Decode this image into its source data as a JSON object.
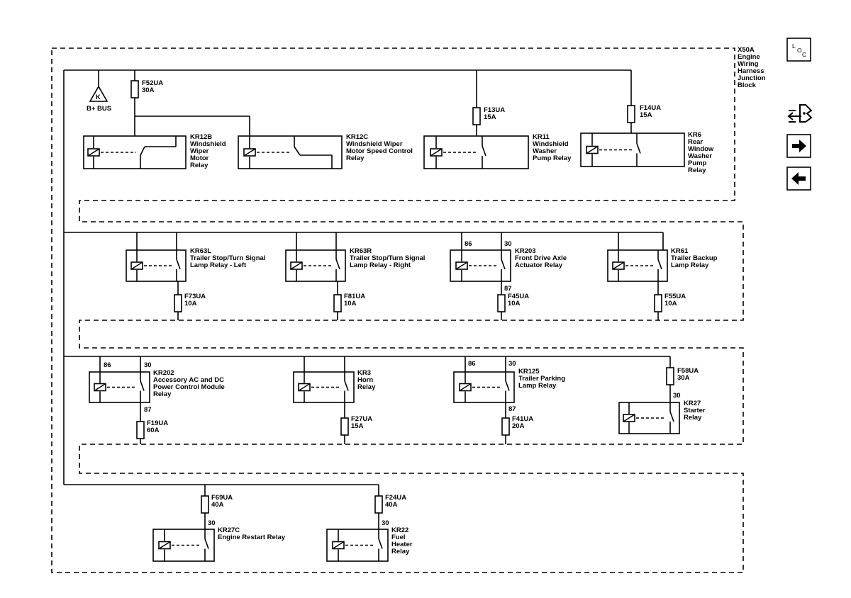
{
  "junction_block": {
    "lines": [
      "X50A",
      "Engine",
      "Wiring",
      "Harness",
      "Junction",
      "Block"
    ]
  },
  "bus": {
    "symbol": "K",
    "label": "B+ BUS"
  },
  "nav": {
    "loc_l": "L",
    "loc_o": "O",
    "loc_c": "C"
  },
  "fuses": [
    {
      "id": "F52UA",
      "rating": "30A"
    },
    {
      "id": "F13UA",
      "rating": "15A"
    },
    {
      "id": "F14UA",
      "rating": "15A"
    },
    {
      "id": "F73UA",
      "rating": "10A"
    },
    {
      "id": "F81UA",
      "rating": "10A"
    },
    {
      "id": "F45UA",
      "rating": "10A"
    },
    {
      "id": "F55UA",
      "rating": "10A"
    },
    {
      "id": "F58UA",
      "rating": "30A"
    },
    {
      "id": "F19UA",
      "rating": "60A"
    },
    {
      "id": "F27UA",
      "rating": "15A"
    },
    {
      "id": "F41UA",
      "rating": "20A"
    },
    {
      "id": "F69UA",
      "rating": "40A"
    },
    {
      "id": "F24UA",
      "rating": "40A"
    }
  ],
  "relays": [
    {
      "id": "KR12B",
      "lines": [
        "Windshield",
        "Wiper",
        "Motor",
        "Relay"
      ]
    },
    {
      "id": "KR12C",
      "lines": [
        "Windshield Wiper",
        "Motor Speed Control",
        "Relay"
      ]
    },
    {
      "id": "KR11",
      "lines": [
        "Windshield",
        "Washer",
        "Pump Relay"
      ]
    },
    {
      "id": "KR6",
      "lines": [
        "Rear",
        "Window",
        "Washer",
        "Pump",
        "Relay"
      ]
    },
    {
      "id": "KR63L",
      "lines": [
        "Trailer Stop/Turn Signal",
        "Lamp Relay - Left"
      ]
    },
    {
      "id": "KR63R",
      "lines": [
        "Trailer Stop/Turn Signal",
        "Lamp Relay - Right"
      ]
    },
    {
      "id": "KR203",
      "lines": [
        "Front Drive Axle",
        "Actuator Relay"
      ]
    },
    {
      "id": "KR61",
      "lines": [
        "Trailer Backup",
        "Lamp Relay"
      ]
    },
    {
      "id": "KR202",
      "lines": [
        "Accessory AC and DC",
        "Power Control Module",
        "Relay"
      ]
    },
    {
      "id": "KR3",
      "lines": [
        "Horn",
        "Relay"
      ]
    },
    {
      "id": "KR125",
      "lines": [
        "Trailer Parking",
        "Lamp Relay"
      ]
    },
    {
      "id": "KR27",
      "lines": [
        "Starter",
        "Relay"
      ]
    },
    {
      "id": "KR27C",
      "lines": [
        "Engine Restart Relay"
      ]
    },
    {
      "id": "KR22",
      "lines": [
        "Fuel",
        "Heater",
        "Relay"
      ]
    }
  ],
  "pins": {
    "p86": "86",
    "p30": "30",
    "p87": "87"
  }
}
